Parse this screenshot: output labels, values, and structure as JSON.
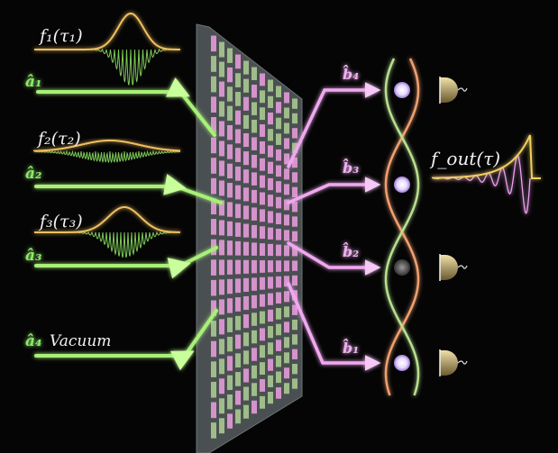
{
  "inputs": [
    {
      "mode": "â₁",
      "pulse": "f₁(τ₁)"
    },
    {
      "mode": "â₂",
      "pulse": "f₂(τ₂)"
    },
    {
      "mode": "â₃",
      "pulse": "f₃(τ₃)"
    },
    {
      "mode": "â₄",
      "pulse": "Vacuum"
    }
  ],
  "outputs": [
    {
      "mode": "b̂₄",
      "state": "photon"
    },
    {
      "mode": "b̂₃",
      "state": "photon"
    },
    {
      "mode": "b̂₂",
      "state": "empty"
    },
    {
      "mode": "b̂₁",
      "state": "photon"
    }
  ],
  "output_pulse": {
    "label": "f_out(τ)"
  },
  "colors": {
    "input": "#8fe86a",
    "output": "#f0a8f0",
    "envelope": "#f0c060",
    "background": "#050505"
  }
}
